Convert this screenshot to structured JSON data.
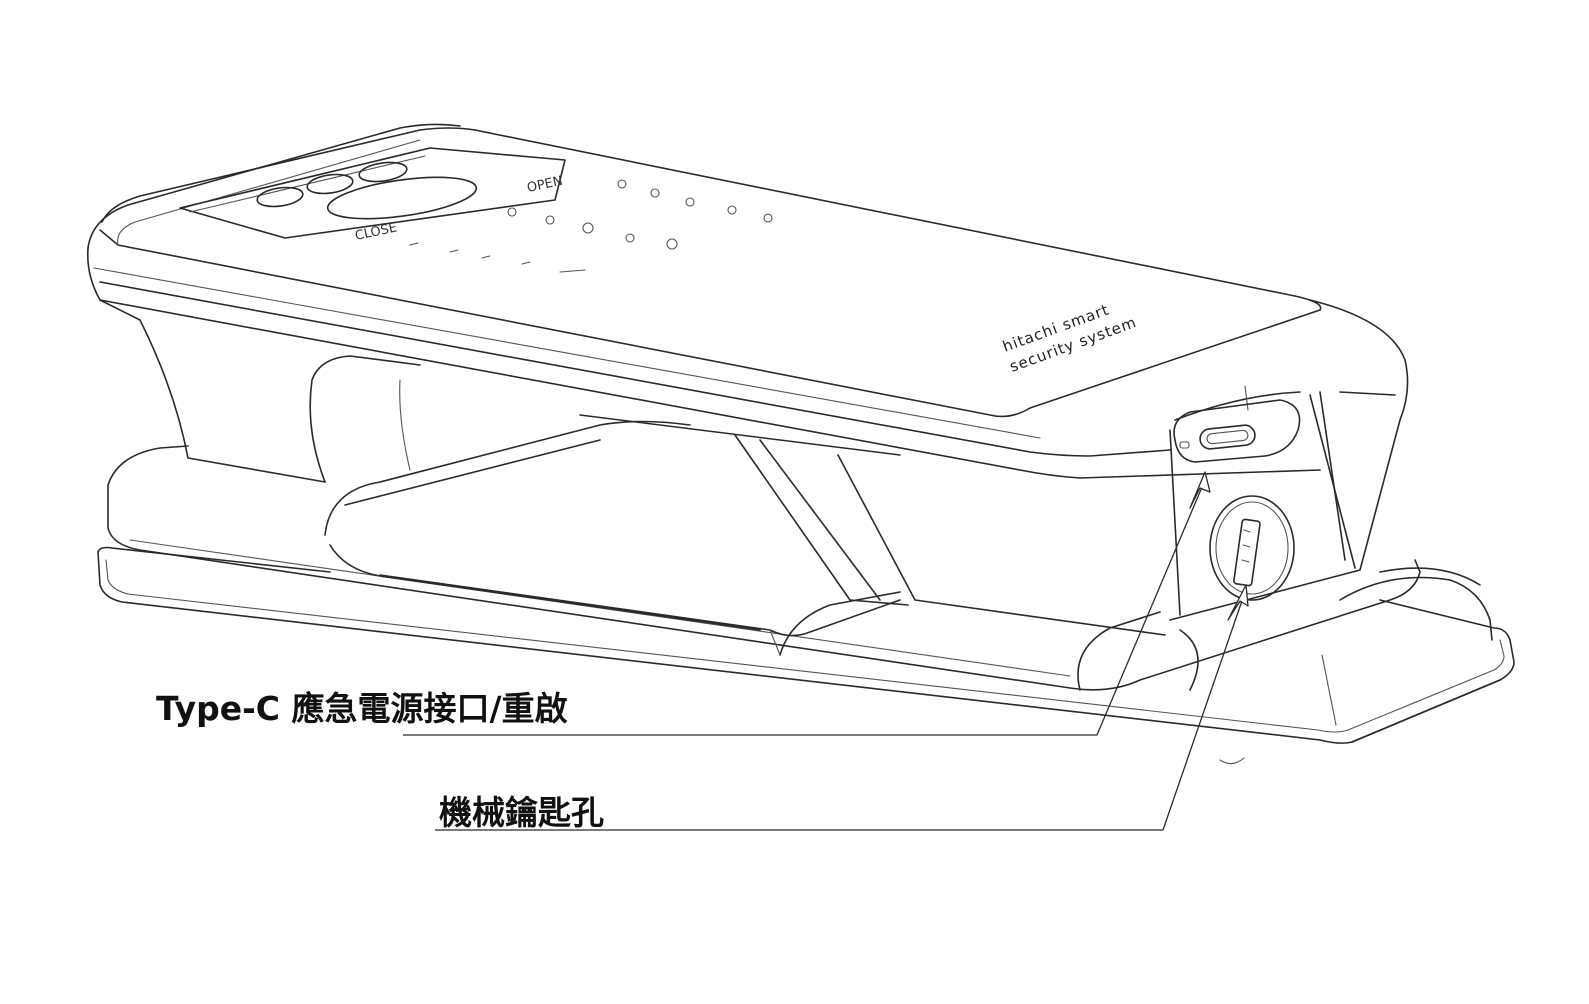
{
  "labels": {
    "usb_port": "Type-C 應急電源接口/重啟",
    "key_hole": "機械鑰匙孔"
  },
  "panel": {
    "open_label": "OPEN",
    "close_label": "CLOSE",
    "brand_line1": "hitachi smart",
    "brand_line2": "security system"
  },
  "colors": {
    "line": "#2a2a2a",
    "background": "#ffffff"
  }
}
